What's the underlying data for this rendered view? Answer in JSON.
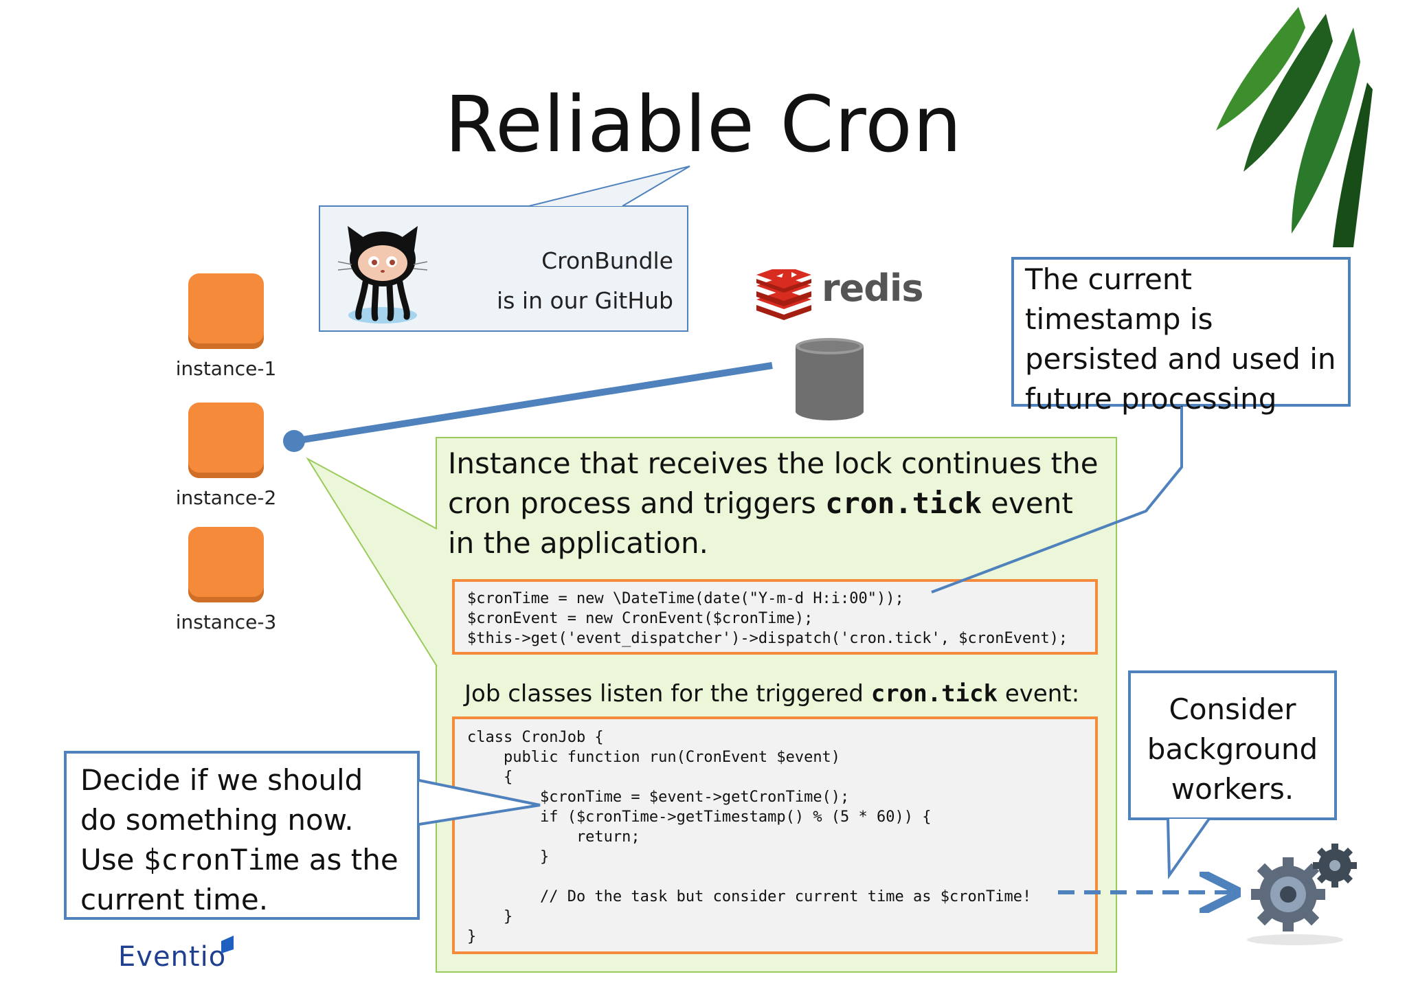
{
  "slide": {
    "title": "Reliable Cron",
    "github_callout": {
      "line1": "CronBundle",
      "line2": "is in our GitHub"
    },
    "instances": [
      {
        "label": "instance-1"
      },
      {
        "label": "instance-2"
      },
      {
        "label": "instance-3"
      }
    ],
    "redis": {
      "label": "redis"
    },
    "timestamp_callout": "The current timestamp is persisted and used in future processing",
    "lock_text": {
      "part1": "Instance that receives the lock continues the cron process and triggers ",
      "code": "cron.tick",
      "part2": " event in the application."
    },
    "code_dispatch": "$cronTime = new \\DateTime(date(\"Y-m-d H:i:00\"));\n$cronEvent = new CronEvent($cronTime);\n$this->get('event_dispatcher')->dispatch('cron.tick', $cronEvent);",
    "job_text": {
      "part1": "Job classes listen for the triggered ",
      "code": "cron.tick",
      "part2": " event:"
    },
    "code_job": "class CronJob {\n    public function run(CronEvent $event)\n    {\n        $cronTime = $event->getCronTime();\n        if ($cronTime->getTimestamp() % (5 * 60)) {\n            return;\n        }\n\n        // Do the task but consider current time as $cronTime!\n    }\n}",
    "decide_callout": {
      "part1": "Decide if we should do something now. Use ",
      "code": "$cronTime",
      "part2": " as the current time."
    },
    "consider_callout": "Consider background workers.",
    "logo": "Eventio",
    "icons": [
      "octocat-icon",
      "redis-logo-icon",
      "database-icon",
      "gears-icon",
      "leaf-icon"
    ],
    "colors": {
      "accent_blue": "#4f81bd",
      "instance_orange": "#f68a3b",
      "panel_green": "#ebf7d8",
      "redis_red": "#d82c20"
    }
  }
}
